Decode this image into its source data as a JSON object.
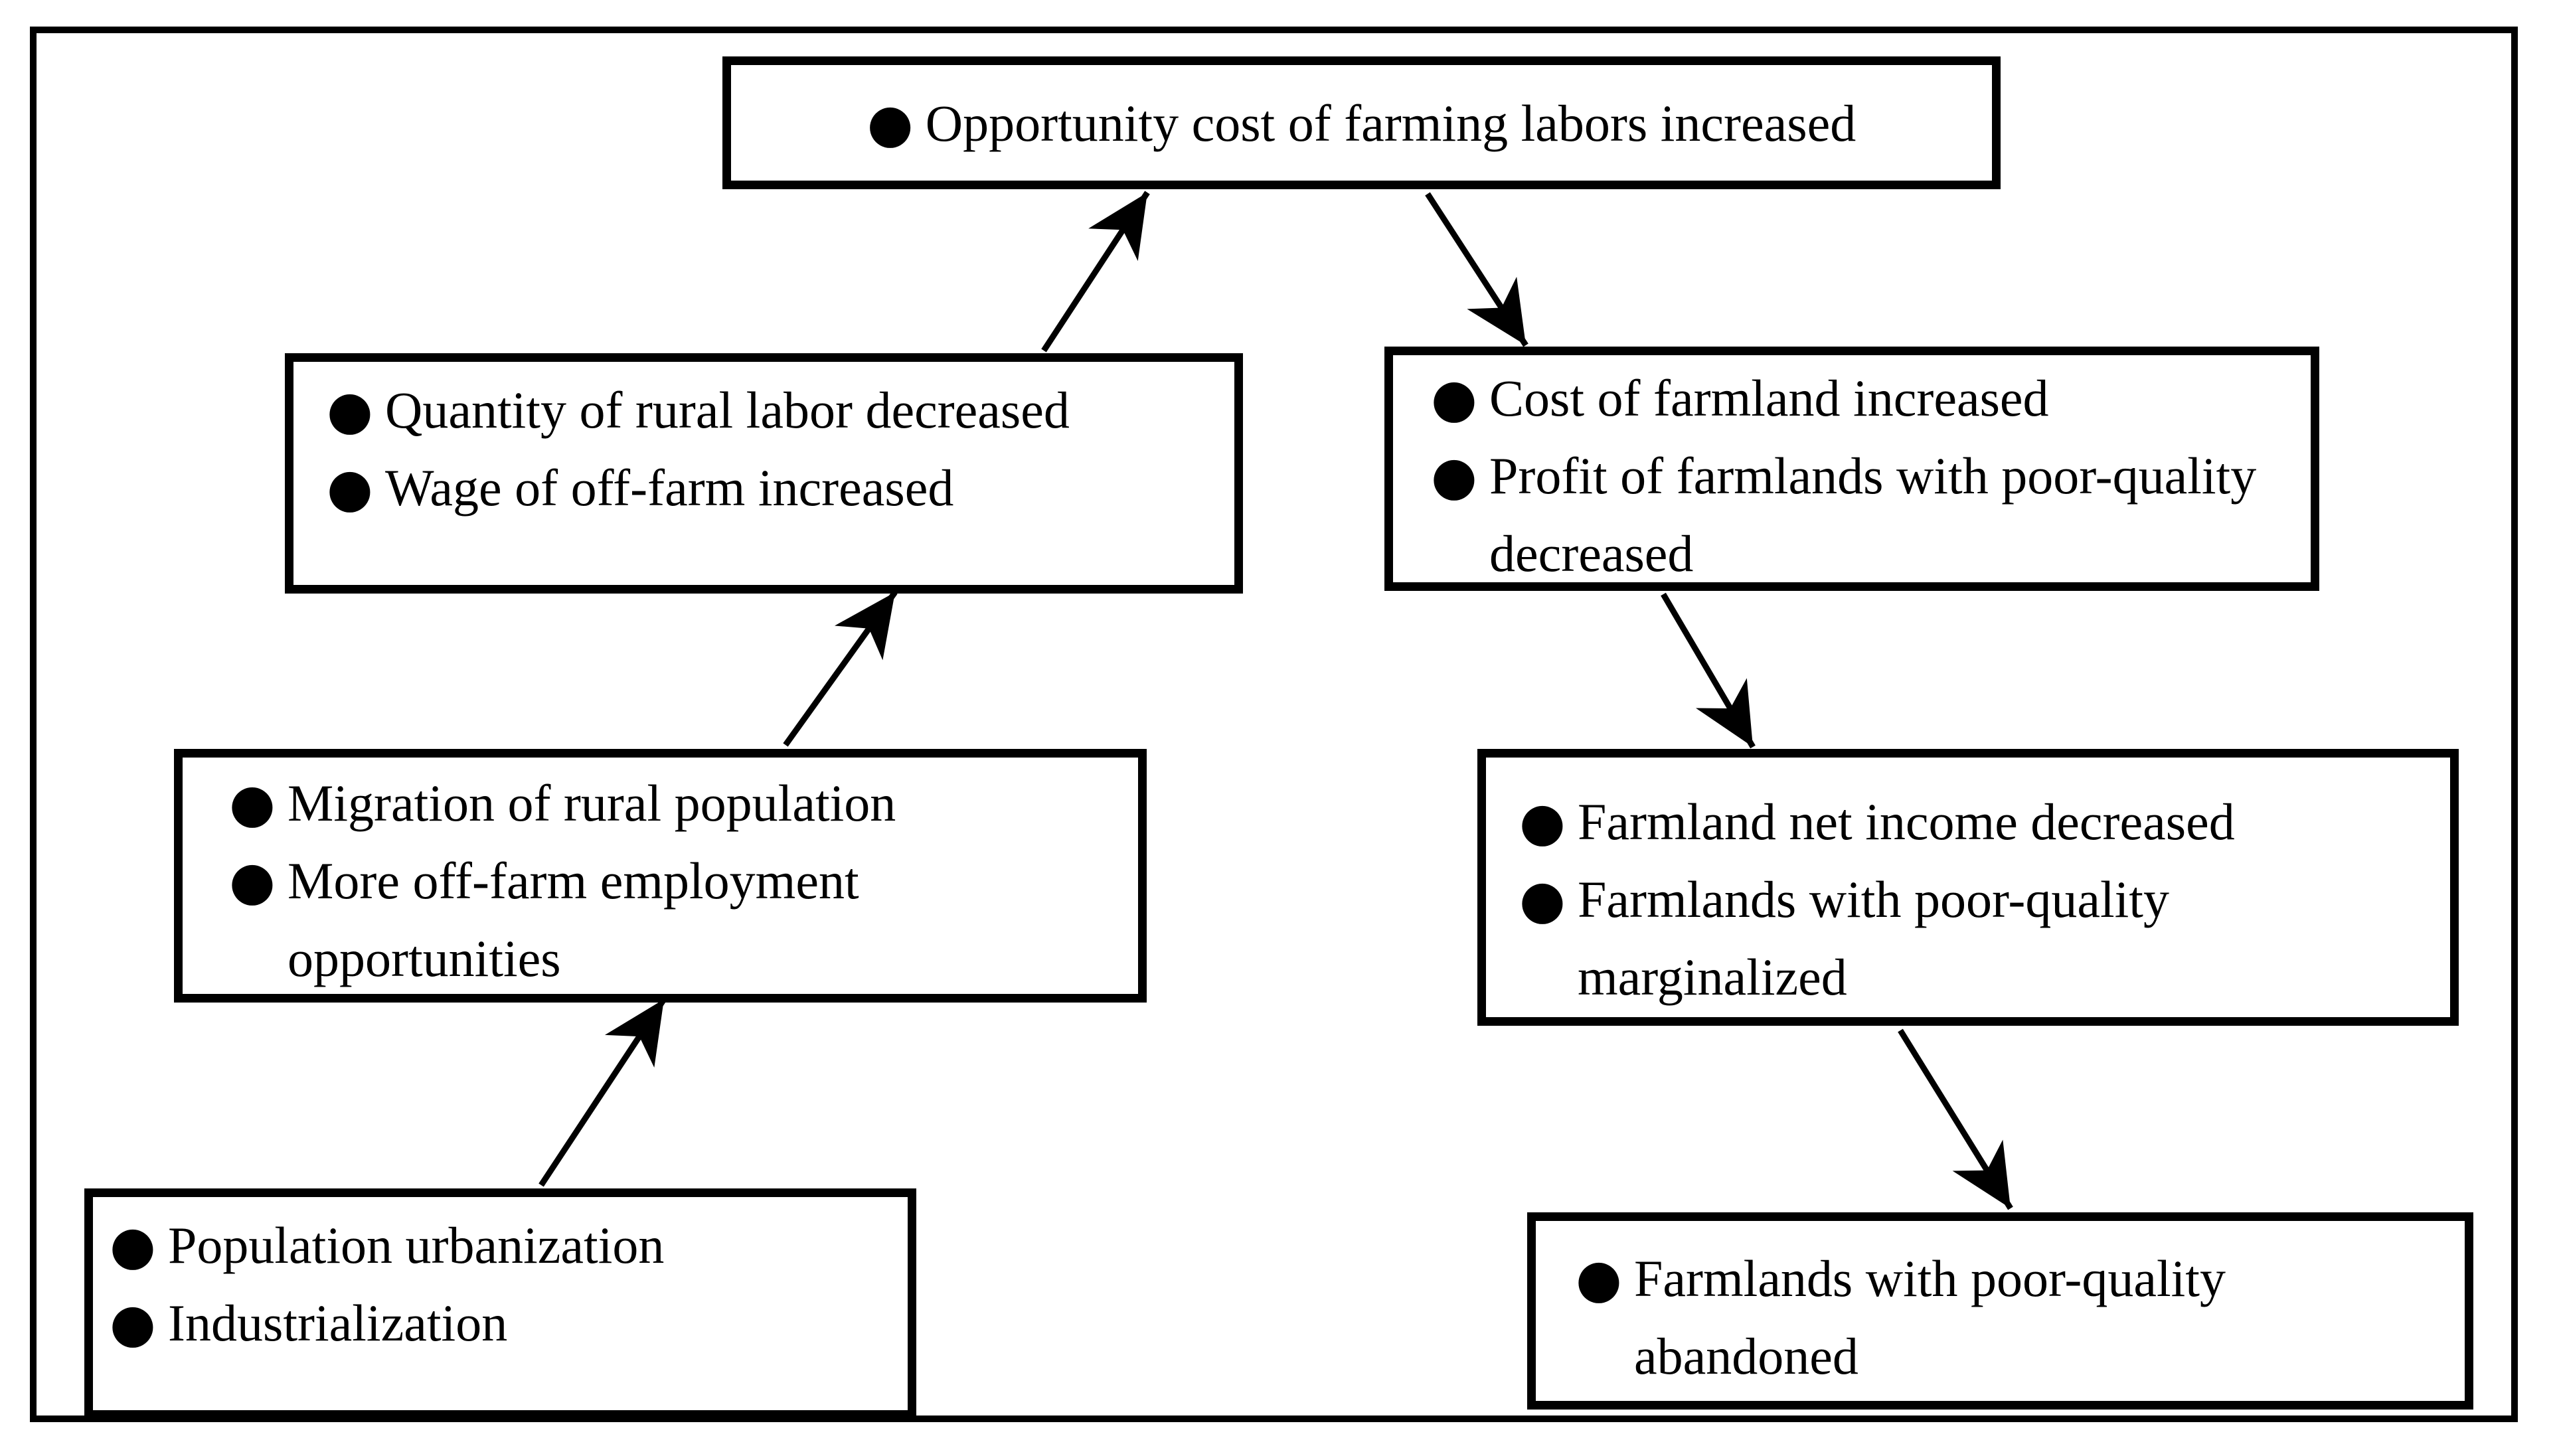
{
  "ui": {
    "bullet": "●"
  },
  "colors": {
    "ink": "#000000",
    "background": "#ffffff"
  },
  "diagram": {
    "type": "causal-flowchart",
    "nodes": {
      "opportunity_cost": {
        "items": [
          "Opportunity cost of farming labors increased"
        ]
      },
      "rural_labor": {
        "items": [
          "Quantity of rural labor decreased",
          "Wage of off-farm increased"
        ]
      },
      "farmland_cost": {
        "items": [
          "Cost of farmland increased",
          "Profit of farmlands with poor-quality decreased"
        ]
      },
      "migration": {
        "items": [
          "Migration of rural population",
          "More off-farm employment opportunities"
        ]
      },
      "net_income": {
        "items": [
          "Farmland net income decreased",
          "Farmlands with poor-quality marginalized"
        ]
      },
      "urbanization": {
        "items": [
          "Population urbanization",
          "Industrialization"
        ]
      },
      "abandoned": {
        "items": [
          "Farmlands with poor-quality abandoned"
        ]
      }
    },
    "edges": [
      {
        "from": "urbanization",
        "to": "migration"
      },
      {
        "from": "migration",
        "to": "rural_labor"
      },
      {
        "from": "rural_labor",
        "to": "opportunity_cost"
      },
      {
        "from": "opportunity_cost",
        "to": "farmland_cost"
      },
      {
        "from": "farmland_cost",
        "to": "net_income"
      },
      {
        "from": "net_income",
        "to": "abandoned"
      }
    ]
  }
}
